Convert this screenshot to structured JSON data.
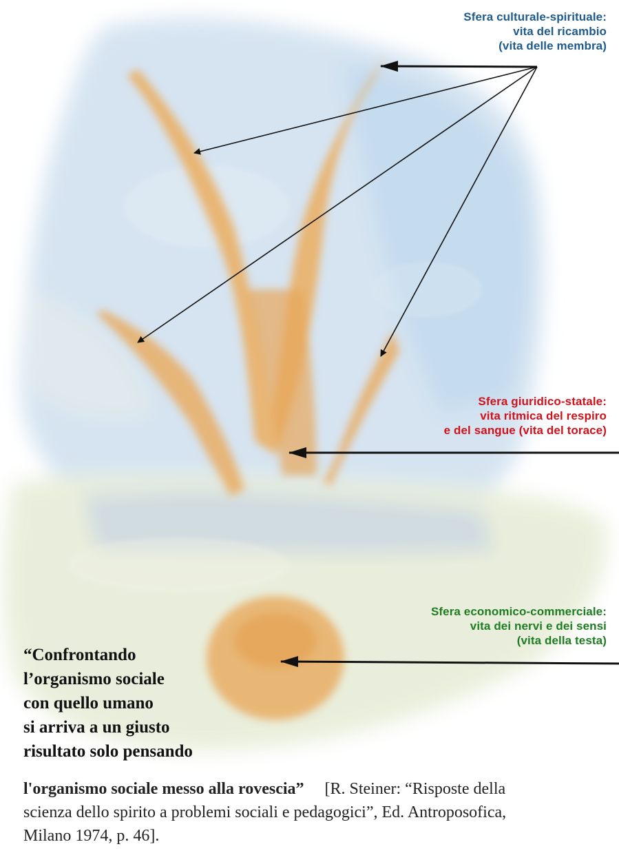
{
  "labels": {
    "cultural": {
      "lines": [
        "Sfera culturale-spirituale:",
        "vita del ricambio",
        "(vita delle membra)"
      ],
      "color": "#1e5a8c"
    },
    "giuridico": {
      "lines": [
        "Sfera giuridico-statale:",
        "vita ritmica del respiro",
        "e del sangue (vita del torace)"
      ],
      "color": "#d0121c"
    },
    "economico": {
      "lines": [
        "Sfera economico-commerciale:",
        "vita dei nervi e dei sensi",
        "(vita della testa)"
      ],
      "color": "#1e7d22"
    }
  },
  "quote": {
    "lines": [
      "“Confrontando",
      "l’organismo sociale",
      "con quello umano",
      "si arriva a un giusto",
      "risultato solo pensando",
      "l'organismo sociale messo alla rovescia”"
    ]
  },
  "citation": {
    "line1": "[R. Steiner: “Risposte della",
    "line2": "scienza dello spirito a problemi sociali e pedagogici”, Ed. Antroposofica,",
    "line3": "Milano 1974, p. 46]."
  },
  "colors": {
    "sky": "#c9dcef",
    "ground": "#e4ead2",
    "ochre": "#eab067",
    "arrow": "#111111"
  }
}
